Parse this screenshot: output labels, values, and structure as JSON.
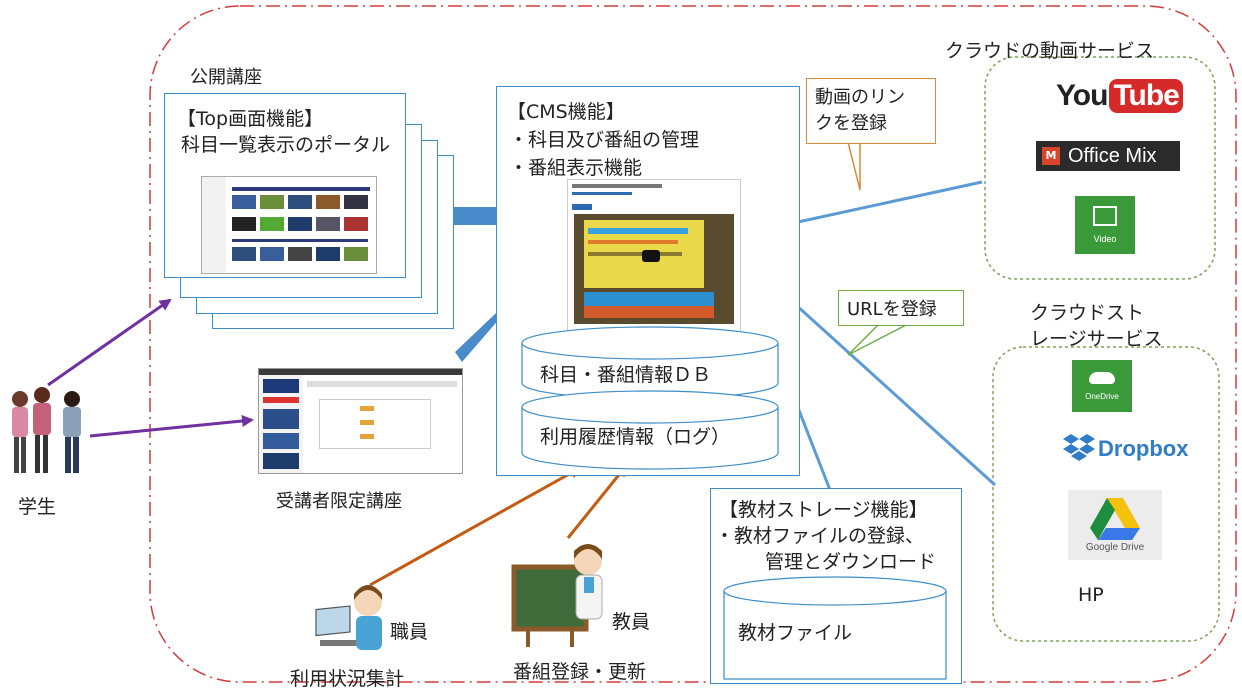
{
  "labels": {
    "public_course": "公開講座",
    "cloud_video": "クラウドの動画サービス",
    "cloud_storage_line1": "クラウドスト",
    "cloud_storage_line2": "レージサービス",
    "student": "学生",
    "restricted_course": "受講者限定講座",
    "hp": "HP",
    "staff": "職員",
    "staff_task": "利用状況集計",
    "teacher": "教員",
    "teacher_task": "番組登録・更新"
  },
  "top_box": {
    "title": "【Top画面機能】",
    "subtitle": "科目一覧表示のポータル"
  },
  "cms_box": {
    "title": "【CMS機能】",
    "item1": "・科目及び番組の管理",
    "item2": "・番組表示機能"
  },
  "databases": {
    "db1": "科目・番組情報ＤＢ",
    "db2": "利用履歴情報（ログ）",
    "materials": "教材ファイル"
  },
  "storage_box": {
    "title": "【教材ストレージ機能】",
    "line1": "・教材ファイルの登録、",
    "line2": "管理とダウンロード"
  },
  "callouts": {
    "video_link_line1": "動画のリン",
    "video_link_line2": "クを登録",
    "url": "URLを登録"
  },
  "services": {
    "youtube_you": "You",
    "youtube_tube": "Tube",
    "office_mix": "Office Mix",
    "video": "Video",
    "onedrive": "OneDrive",
    "dropbox": "Dropbox",
    "google_drive": "Google Drive"
  },
  "colors": {
    "outer_border": "#d23c3c",
    "cloud_border": "#7fa05a",
    "arrow_blue": "#5b9bd5",
    "arrow_purple": "#7030a0",
    "arrow_orange": "#c55a11",
    "box_border": "#3d8ec9",
    "callout_orange": "#d9893a",
    "callout_green": "#70ad47"
  }
}
